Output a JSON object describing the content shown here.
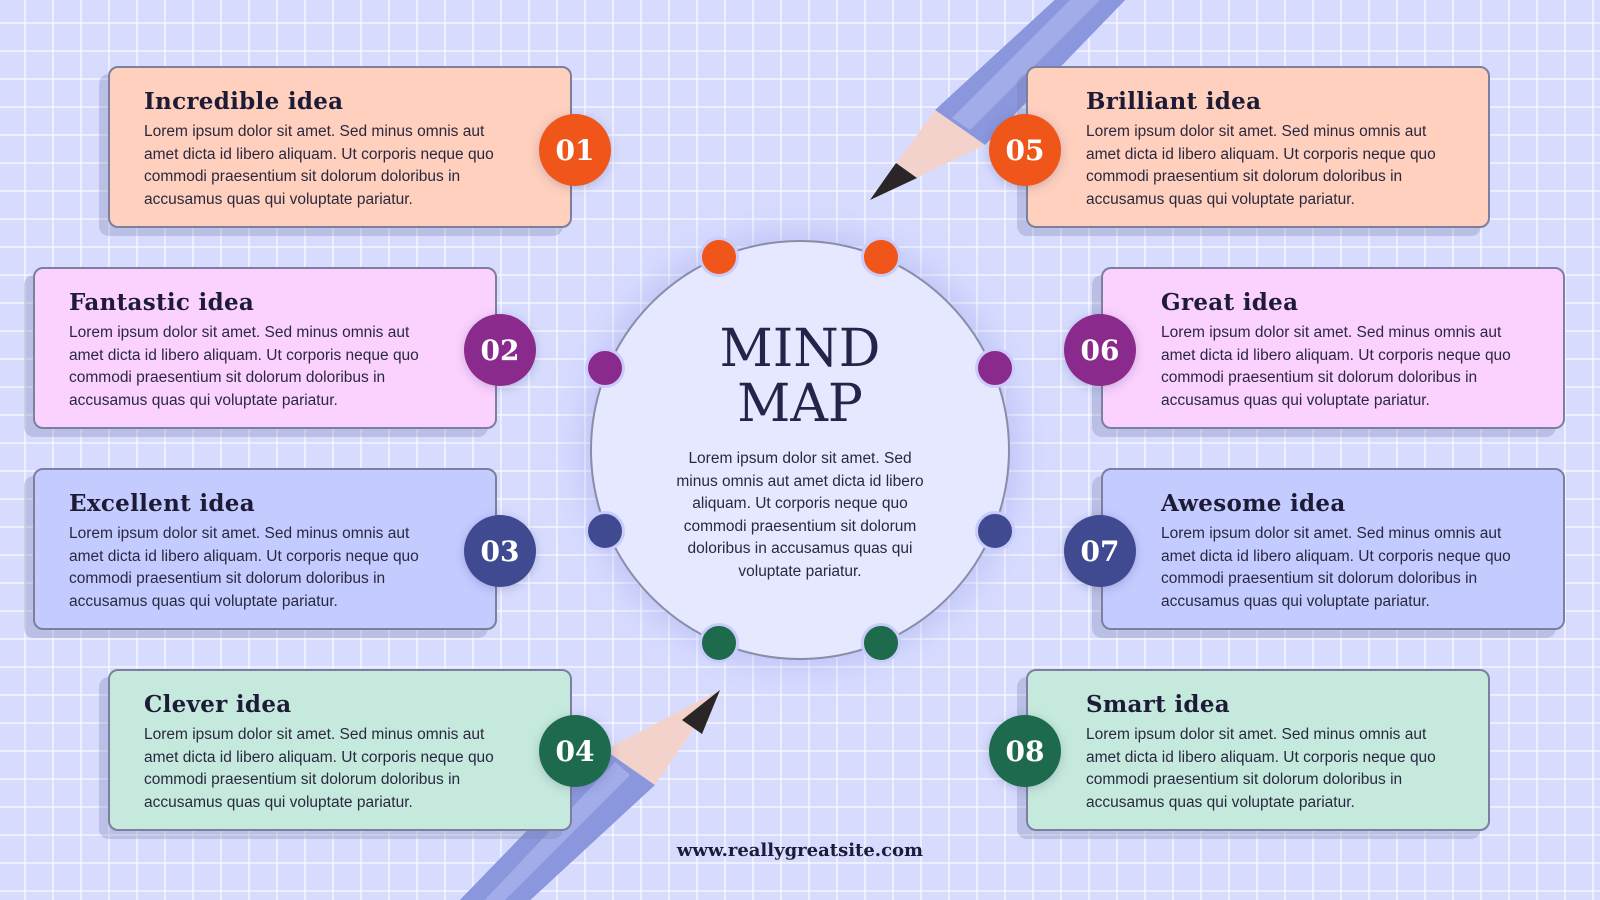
{
  "center": {
    "title_line1": "MIND",
    "title_line2": "MAP",
    "body": "Lorem ipsum dolor sit amet. Sed minus omnis aut amet dicta id libero aliquam. Ut corporis neque quo commodi praesentium sit dolorum doloribus in accusamus quas qui voluptate pariatur."
  },
  "cards": [
    {
      "number": "01",
      "title": "Incredible idea",
      "body": "Lorem ipsum dolor sit amet. Sed minus omnis aut amet dicta id libero aliquam. Ut corporis neque quo commodi praesentium sit dolorum doloribus in accusamus quas qui voluptate pariatur.",
      "color": "#ffd0bd",
      "badge_color": "#f05519"
    },
    {
      "number": "02",
      "title": "Fantastic idea",
      "body": "Lorem ipsum dolor sit amet. Sed minus omnis aut amet dicta id libero aliquam. Ut corporis neque quo commodi praesentium sit dolorum doloribus in accusamus quas qui voluptate pariatur.",
      "color": "#fbd1fe",
      "badge_color": "#8b2a8d"
    },
    {
      "number": "03",
      "title": "Excellent idea",
      "body": "Lorem ipsum dolor sit amet. Sed minus omnis aut amet dicta id libero aliquam. Ut corporis neque quo commodi praesentium sit dolorum doloribus in accusamus quas qui voluptate pariatur.",
      "color": "#c4cbff",
      "badge_color": "#3f4a91"
    },
    {
      "number": "04",
      "title": "Clever idea",
      "body": "Lorem ipsum dolor sit amet. Sed minus omnis aut amet dicta id libero aliquam. Ut corporis neque quo commodi praesentium sit dolorum doloribus in accusamus quas qui voluptate pariatur.",
      "color": "#c5eadd",
      "badge_color": "#1d6b4c"
    },
    {
      "number": "05",
      "title": "Brilliant idea",
      "body": "Lorem ipsum dolor sit amet. Sed minus omnis aut amet dicta id libero aliquam. Ut corporis neque quo commodi praesentium sit dolorum doloribus in accusamus quas qui voluptate pariatur.",
      "color": "#ffd0bd",
      "badge_color": "#f05519"
    },
    {
      "number": "06",
      "title": "Great idea",
      "body": "Lorem ipsum dolor sit amet. Sed minus omnis aut amet dicta id libero aliquam. Ut corporis neque quo commodi praesentium sit dolorum doloribus in accusamus quas qui voluptate pariatur.",
      "color": "#fbd1fe",
      "badge_color": "#8b2a8d"
    },
    {
      "number": "07",
      "title": "Awesome idea",
      "body": "Lorem ipsum dolor sit amet. Sed minus omnis aut amet dicta id libero aliquam. Ut corporis neque quo commodi praesentium sit dolorum doloribus in accusamus quas qui voluptate pariatur.",
      "color": "#c4cbff",
      "badge_color": "#3f4a91"
    },
    {
      "number": "08",
      "title": "Smart idea",
      "body": "Lorem ipsum dolor sit amet. Sed minus omnis aut amet dicta id libero aliquam. Ut corporis neque quo commodi praesentium sit dolorum doloribus in accusamus quas qui voluptate pariatur.",
      "color": "#c5eadd",
      "badge_color": "#1d6b4c"
    }
  ],
  "website": "www.reallygreatsite.com",
  "decor": {
    "pencils": [
      "pencil-icon",
      "pencil-icon"
    ]
  }
}
